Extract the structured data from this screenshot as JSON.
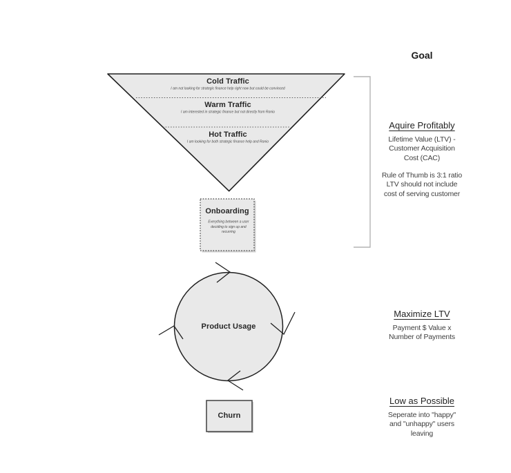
{
  "diagram": {
    "funnel": {
      "sections": [
        {
          "title": "Cold Traffic",
          "subtitle": "I am not looking for strategic finance help right now but could be convinced"
        },
        {
          "title": "Warm Traffic",
          "subtitle": "I am interested in strategic finance but not directly from Ronio"
        },
        {
          "title": "Hot Traffic",
          "subtitle": "I am looking for both strategic finance help and Ronio"
        }
      ]
    },
    "onboarding": {
      "title": "Onboarding",
      "subtitle": "Everything between a user deciding to sign up and recurring"
    },
    "product_usage": {
      "title": "Product Usage"
    },
    "churn": {
      "title": "Churn"
    }
  },
  "annotations": {
    "goal_heading": "Goal",
    "sections": [
      {
        "title": "Aquire Profitably",
        "body": [
          "Lifetime Value (LTV) -",
          "Customer Acquisition",
          "Cost (CAC)"
        ],
        "note": [
          "Rule of Thumb is 3:1 ratio",
          "LTV should not include",
          "cost of serving customer"
        ]
      },
      {
        "title": "Maximize LTV",
        "body": [
          "Payment $ Value x",
          "Number of Payments"
        ]
      },
      {
        "title": "Low as Possible",
        "body": [
          "Seperate into \"happy\"",
          "and \"unhappy\" users",
          "leaving"
        ]
      }
    ]
  },
  "colors": {
    "shape_fill": "#e9e9e9",
    "shape_stroke": "#1f1f1f",
    "divider": "#5a5a5a",
    "bracket": "#b3b3b3",
    "text": "#2b2b2b"
  }
}
